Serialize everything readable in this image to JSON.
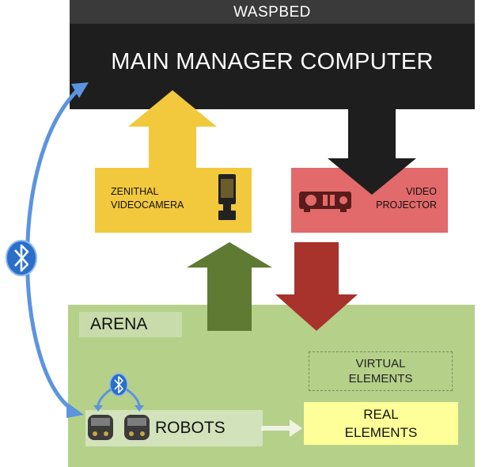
{
  "header": {
    "waspbed": "WASPBED",
    "main_title": "MAIN MANAGER COMPUTER"
  },
  "camera": {
    "line1": "ZENITHAL",
    "line2": "VIDEOCAMERA"
  },
  "projector": {
    "line1": "VIDEO",
    "line2": "PROJECTOR"
  },
  "arena": {
    "label": "ARENA",
    "virtual_line1": "VIRTUAL",
    "virtual_line2": "ELEMENTS",
    "real_line1": "REAL",
    "real_line2": "ELEMENTS",
    "robots_label": "ROBOTS"
  },
  "icons": {
    "bluetooth_main": "bluetooth-icon",
    "bluetooth_robots": "bluetooth-icon",
    "camera": "videocamera-icon",
    "projector": "projector-icon",
    "robot": "robot-icon"
  },
  "colors": {
    "main": "#1e1e1e",
    "camera": "#f2c93c",
    "projector": "#e26a6a",
    "arena": "#b5d089",
    "green_arrow": "#5f7a32",
    "red_arrow": "#a8322c",
    "bluetooth": "#2a6fc9"
  }
}
